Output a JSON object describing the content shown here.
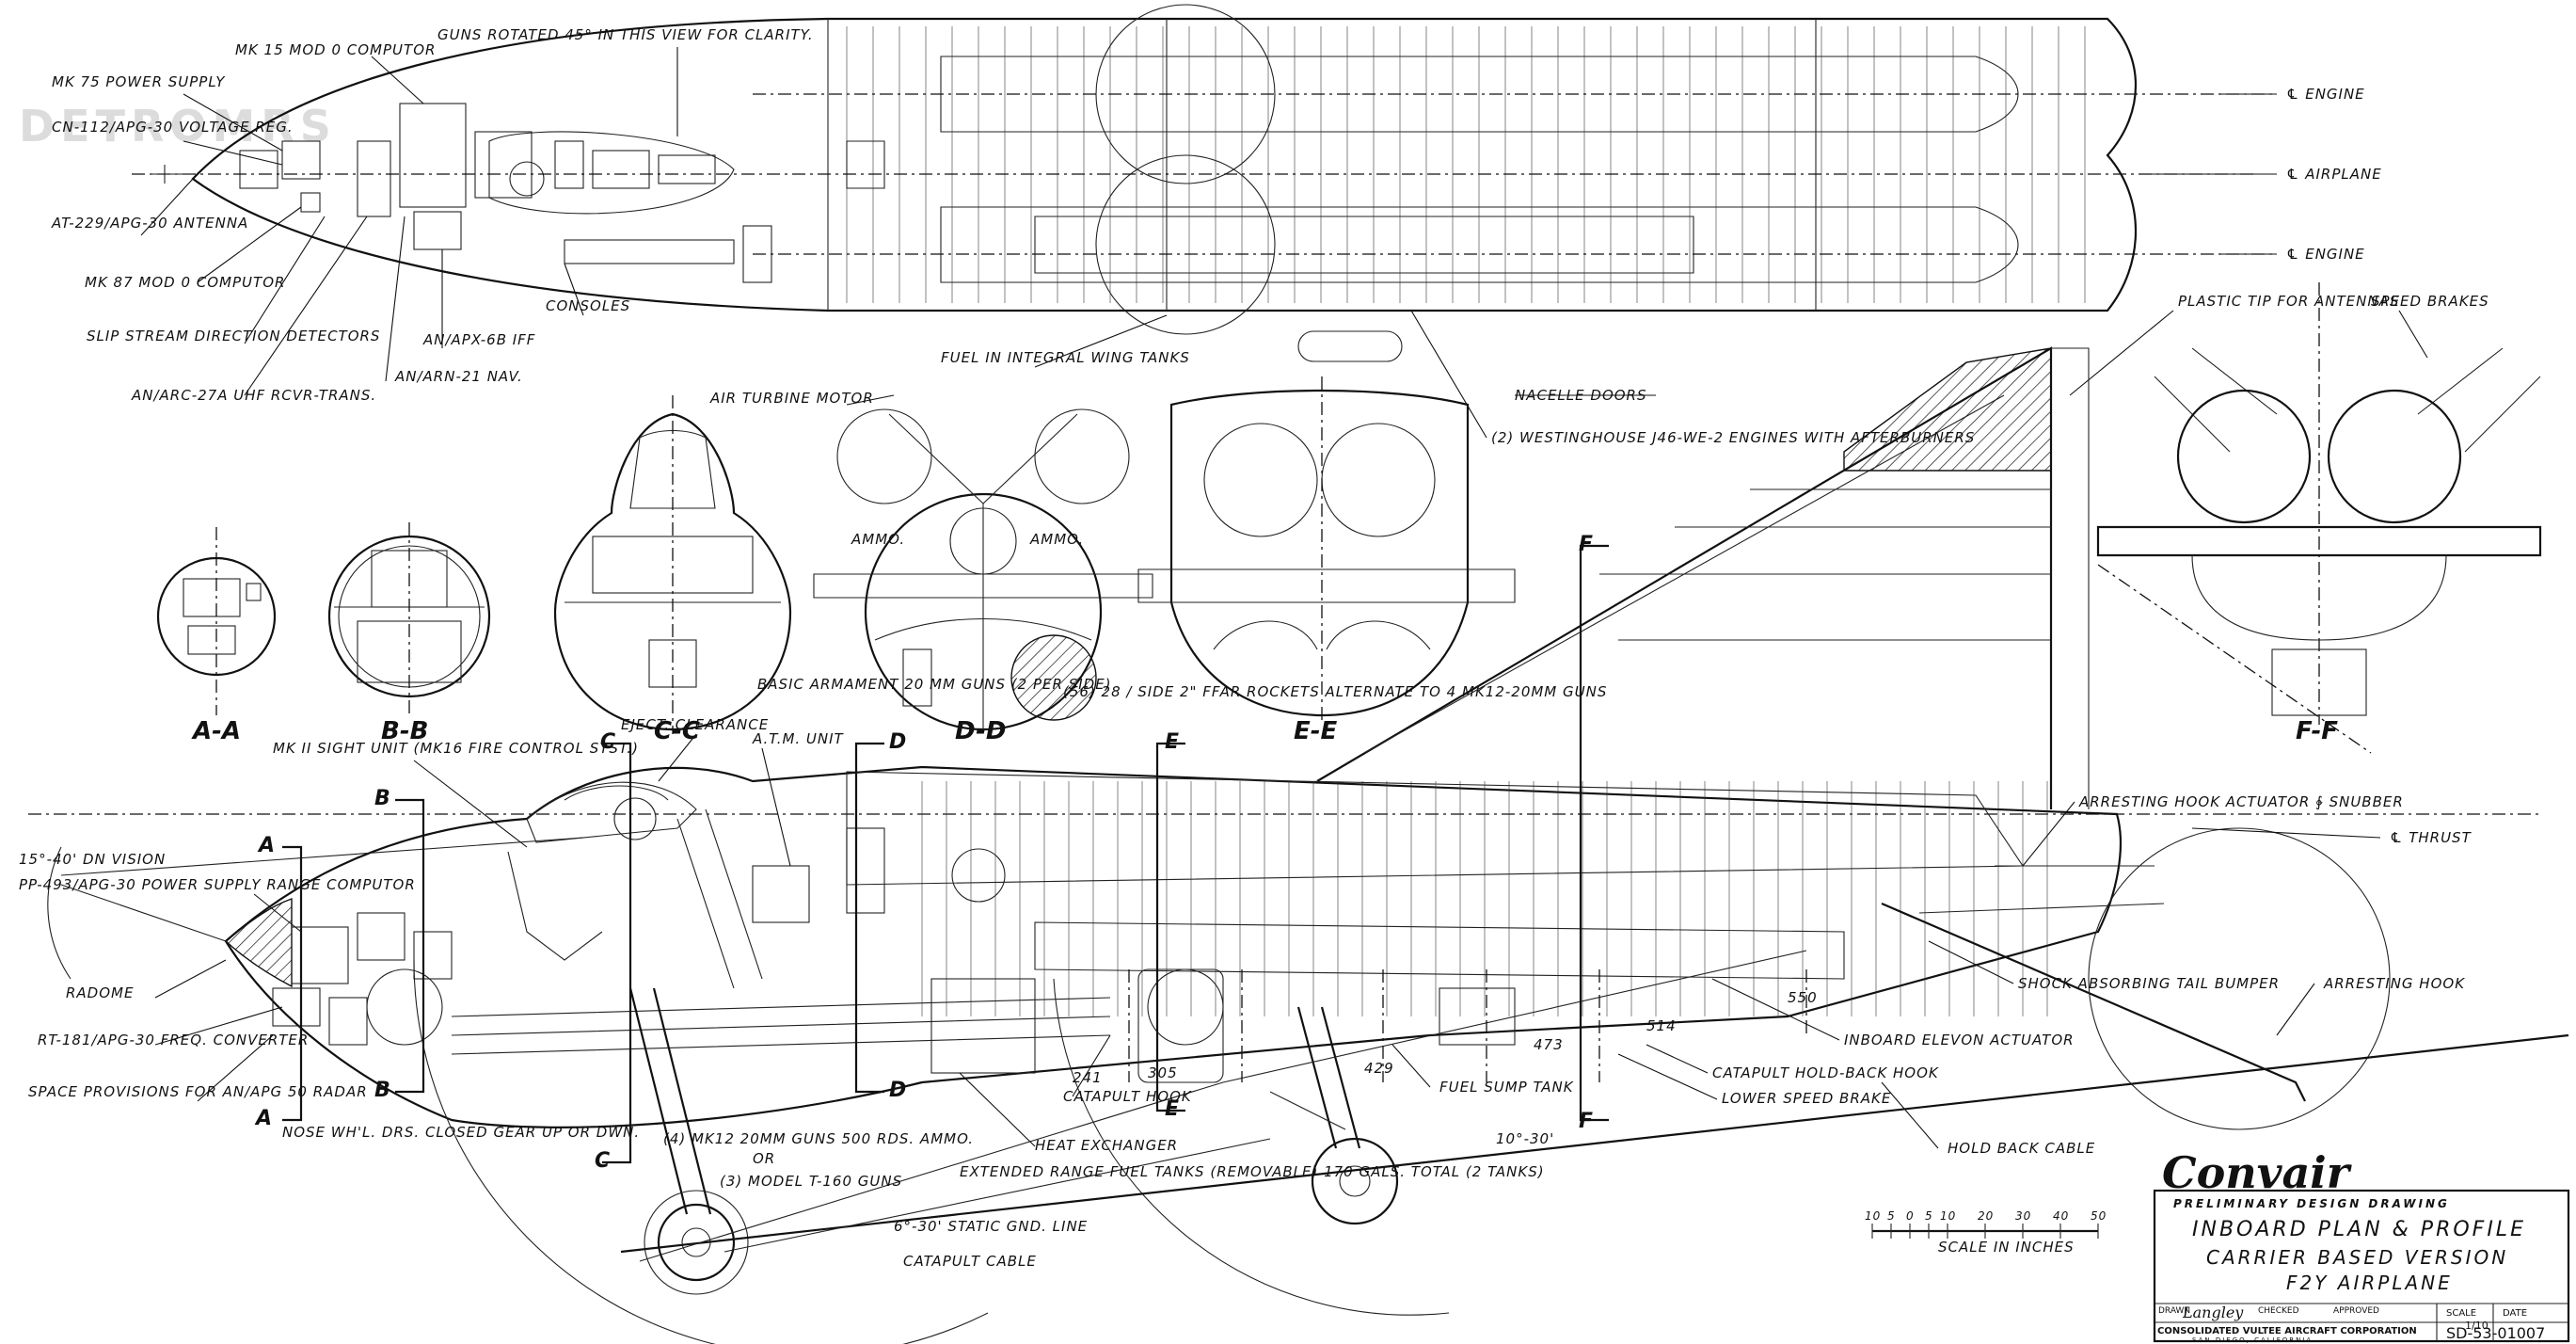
{
  "watermark": "DETROMRS",
  "plan_labels": [
    "MK 75 POWER SUPPLY",
    "CN-112/APG-30 VOLTAGE REG.",
    "AT-229/APG-30 ANTENNA",
    "MK 87 MOD 0 COMPUTOR",
    "SLIP STREAM DIRECTION DETECTORS",
    "AN/ARC-27A UHF RCVR-TRANS.",
    "MK 15 MOD 0 COMPUTOR",
    "GUNS ROTATED 45° IN THIS VIEW FOR CLARITY.",
    "CONSOLES",
    "AN/APX-6B IFF",
    "AN/ARN-21 NAV.",
    "FUEL IN INTEGRAL WING TANKS",
    "AIR TURBINE MOTOR",
    "NACELLE DOORS",
    "(2) WESTINGHOUSE J46-WE-2 ENGINES WITH AFTERBURNERS",
    "℄ ENGINE",
    "℄ AIRPLANE",
    "℄ ENGINE",
    "PLASTIC TIP FOR ANTENNAS",
    "SPEED BRAKES"
  ],
  "section_titles": [
    "A-A",
    "B-B",
    "C-C",
    "D-D",
    "E-E",
    "F-F"
  ],
  "section_labels": [
    "AMMO.",
    "AMMO.",
    "BASIC ARMAMENT 20 MM GUNS (2 PER SIDE)",
    "(56) 28 / SIDE 2\" FFAR ROCKETS ALTERNATE TO 4 MK12-20MM GUNS"
  ],
  "section_marks": [
    "A",
    "A",
    "B",
    "B",
    "C",
    "C",
    "D",
    "D",
    "E",
    "E",
    "F",
    "F"
  ],
  "profile_labels": [
    "MK II SIGHT UNIT (MK16 FIRE CONTROL SYST.)",
    "EJECT. CLEARANCE",
    "A.T.M. UNIT",
    "15°-40' DN VISION",
    "PP-493/APG-30 POWER SUPPLY RANGE COMPUTOR",
    "RADOME",
    "RT-181/APG-30 FREQ. CONVERTER",
    "SPACE PROVISIONS FOR AN/APG 50 RADAR",
    "NOSE WH'L. DRS. CLOSED GEAR UP OR DWN.",
    "(4) MK12 20MM GUNS 500 RDS. AMMO.",
    "OR",
    "(3) MODEL T-160 GUNS",
    "CATAPULT HOOK",
    "HEAT EXCHANGER",
    "EXTENDED RANGE FUEL TANKS (REMOVABLE) 170 GALS. TOTAL (2 TANKS)",
    "FUEL SUMP TANK",
    "10°-30'",
    "6°-30' STATIC GND. LINE",
    "CATAPULT CABLE",
    "ARRESTING HOOK ACTUATOR ∲ SNUBBER",
    "℄ THRUST",
    "SHOCK ABSORBING TAIL BUMPER",
    "ARRESTING HOOK",
    "INBOARD ELEVON ACTUATOR",
    "CATAPULT HOLD-BACK HOOK",
    "LOWER SPEED BRAKE",
    "HOLD BACK CABLE"
  ],
  "station_numbers": [
    "241",
    "305",
    "429",
    "473",
    "514",
    "550"
  ],
  "scale": {
    "ticks": [
      "10",
      "5",
      "0",
      "5",
      "10",
      "20",
      "30",
      "40",
      "50"
    ],
    "caption": "SCALE IN INCHES"
  },
  "title_block": {
    "company": "Convair",
    "drawing_type": "PRELIMINARY DESIGN DRAWING",
    "title_line1": "INBOARD PLAN & PROFILE",
    "title_line2": "CARRIER BASED VERSION",
    "title_line3": "F2Y AIRPLANE",
    "drawn_by": "Langley",
    "approved_by": "",
    "firm": "CONSOLIDATED VULTEE AIRCRAFT CORPORATION",
    "location": "SAN DIEGO, CALIFORNIA",
    "scale_label": "SCALE",
    "scale_value": "1/10",
    "field_drawn": "DRAWN",
    "field_checked": "CHECKED",
    "field_approved": "APPROVED",
    "field_date": "DATE",
    "drawing_number": "SD-53-01007"
  }
}
